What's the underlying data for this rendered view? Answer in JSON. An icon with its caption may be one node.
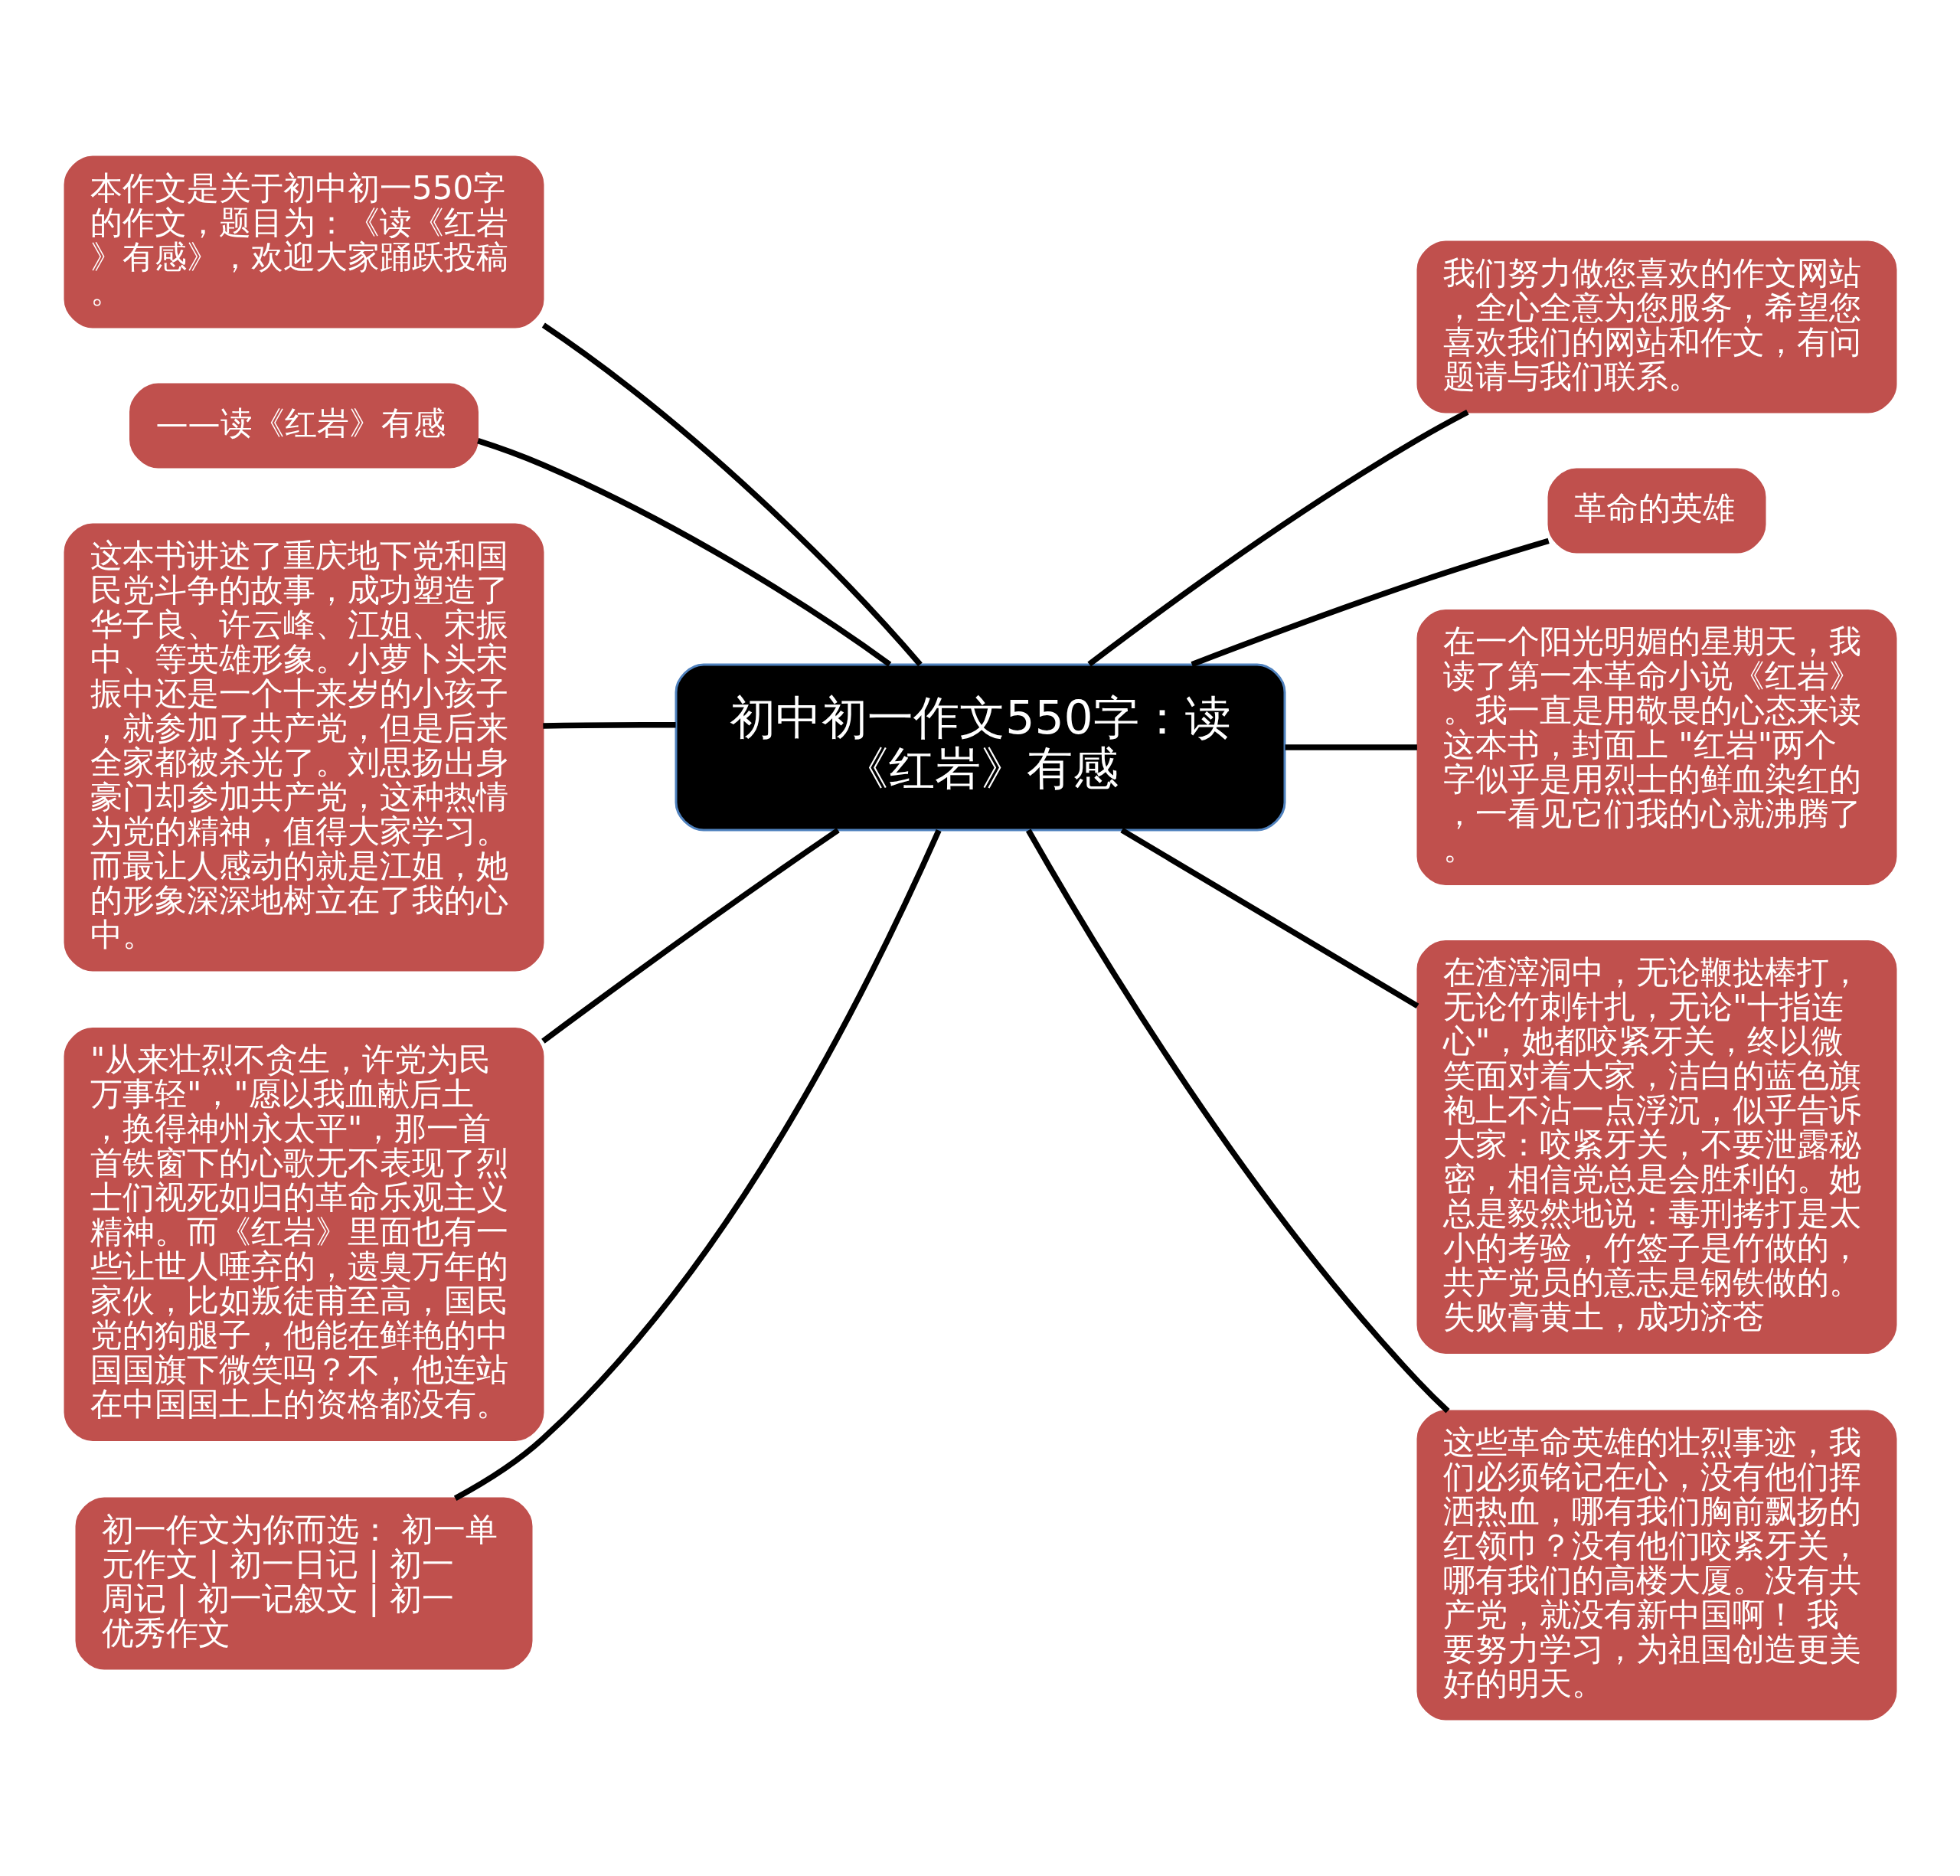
{
  "diagram": {
    "nodes": [
      {
        "text": [
          "初中初一作文550字：读《红岩》有感"
        ]
      },
      {
        "text": [
          "本作文是关于初中初一550字的作文，题目为：《读《红岩》有感》，欢迎大家踊跃投稿。"
        ]
      },
      {
        "text": [
          "——读《红岩》有感"
        ]
      },
      {
        "text": [
          "这本书讲述了重庆地下党和国民党斗争的故事，成功塑造了华子良、许云峰、江姐、宋振中、等英雄形象。小萝卜头宋振中还是一个十来岁的小孩子，就参加了共产党，但是后来全家都被杀光了。刘思扬出身豪门却参加共产党，这种热情为党的精神，值得大家学习。而最让人感动的就是江姐，她的形象深深地树立在了我的心中。"
        ]
      },
      {
        "text": [
          "\"从来壮烈不贪生，许党为民万事轻\"，\"愿以我血献后土，换得神州永太平\"，那一首首铁窗下的心歌无不表现了烈士们视死如归的革命乐观主义精神。而《红岩》里面也有一些让世人唾弃的，遗臭万年的家伙，比如叛徒甫至高，国民党的狗腿子，他能在鲜艳的中国国旗下微笑吗？不，他连站在中国国土上的资格都没有。"
        ]
      },
      {
        "text": [
          "初一作文为你而选： 初一单元作文 | 初一日记 | 初一周记 | 初一记叙文 | 初一优秀作文"
        ]
      },
      {
        "text": [
          "我们努力做您喜欢的作文网站，全心全意为您服务，希望您喜欢我们的网站和作文，有问题请与我们联系。"
        ]
      },
      {
        "text": [
          "革命的英雄"
        ]
      },
      {
        "text": [
          "在一个阳光明媚的星期天，我读了第一本革命小说《红岩》。我一直是用敬畏的心态来读这本书，封面上 \"红岩\"两个字似乎是用烈士的鲜血染红的，一看见它们我的心就沸腾了。"
        ]
      },
      {
        "text": [
          "在渣滓洞中，无论鞭挞棒打，无论竹刺针扎，无论\"十指连心\"，她都咬紧牙关，终以微笑面对着大家，洁白的蓝色旗袍上不沾一点浮沉，似乎告诉大家：咬紧牙关，不要泄露秘密，相信党总是会胜利的。她总是毅然地说：毒刑拷打是太小的考验，竹签子是竹做的，共产党员的意志是钢铁做的。失败膏黄土，成功济苍"
        ]
      },
      {
        "text": [
          "这些革命英雄的壮烈事迹，我们必须铭记在心，没有他们挥洒热血，哪有我们胸前飘扬的红领巾？没有他们咬紧牙关，哪有我们的高楼大厦。没有共产党，就没有新中国啊！ 我要努力学习，为祖国创造更美好的明天。"
        ]
      }
    ],
    "edges": [
      {
        "from": 0,
        "to": 1,
        "arrow": "none"
      },
      {
        "from": 0,
        "to": 2,
        "arrow": "none"
      },
      {
        "from": 0,
        "to": 3,
        "arrow": "none"
      },
      {
        "from": 0,
        "to": 4,
        "arrow": "none"
      },
      {
        "from": 0,
        "to": 5,
        "arrow": "none"
      },
      {
        "from": 0,
        "to": 6,
        "arrow": "none"
      },
      {
        "from": 0,
        "to": 7,
        "arrow": "none"
      },
      {
        "from": 0,
        "to": 8,
        "arrow": "none"
      },
      {
        "from": 0,
        "to": 9,
        "arrow": "none"
      },
      {
        "from": 0,
        "to": 10,
        "arrow": "none"
      }
    ]
  }
}
